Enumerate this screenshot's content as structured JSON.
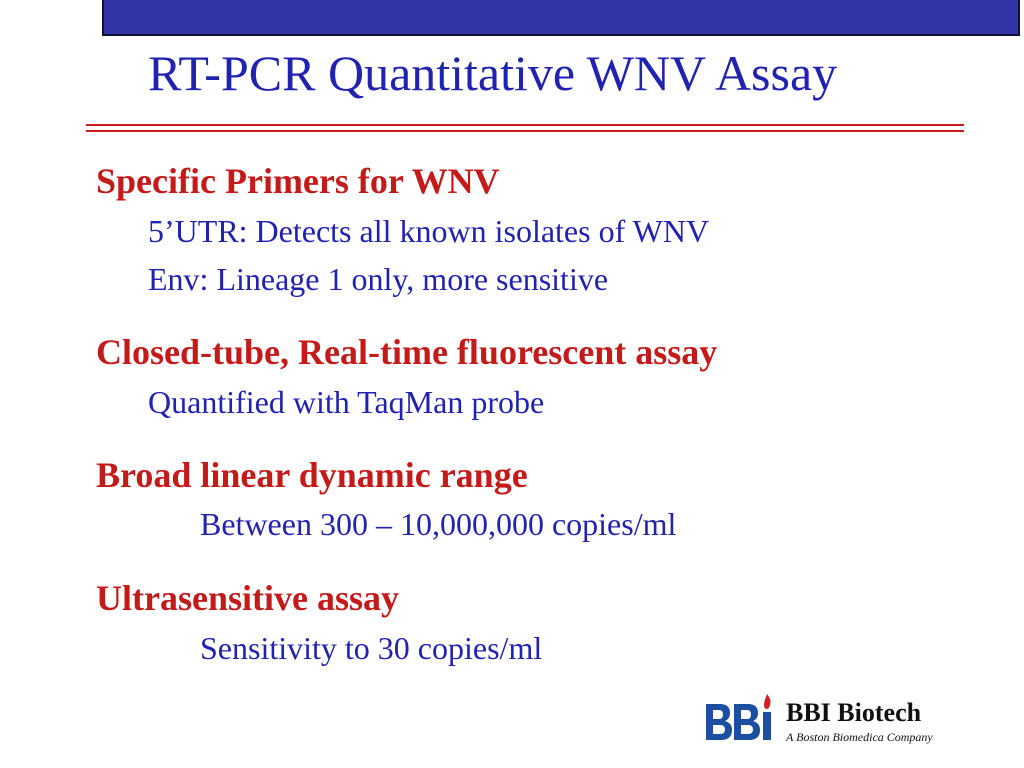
{
  "slide": {
    "title": "RT-PCR Quantitative WNV Assay",
    "sections": [
      {
        "heading": "Specific Primers for WNV",
        "items": [
          "5’UTR:  Detects all known isolates of WNV",
          "Env:  Lineage 1 only, more sensitive"
        ]
      },
      {
        "heading": "Closed-tube, Real-time fluorescent assay",
        "items": [
          "Quantified with TaqMan probe"
        ]
      },
      {
        "heading": "Broad linear dynamic range",
        "items": [
          "Between 300 – 10,000,000 copies/ml"
        ]
      },
      {
        "heading": "Ultrasensitive assay",
        "items": [
          "Sensitivity to 30 copies/ml"
        ]
      }
    ]
  },
  "logo": {
    "name": "BBI Biotech",
    "tagline": "A Boston Biomedica Company"
  },
  "colors": {
    "title": "#2222b0",
    "heading": "#c41a1a",
    "body": "#2222b0",
    "top_bar": "#3333a8",
    "rule": "#cc1b1b",
    "logo_blue": "#1d4fa0",
    "logo_red": "#d0202a"
  },
  "icons": {
    "logo": "bbi-logo-icon"
  }
}
